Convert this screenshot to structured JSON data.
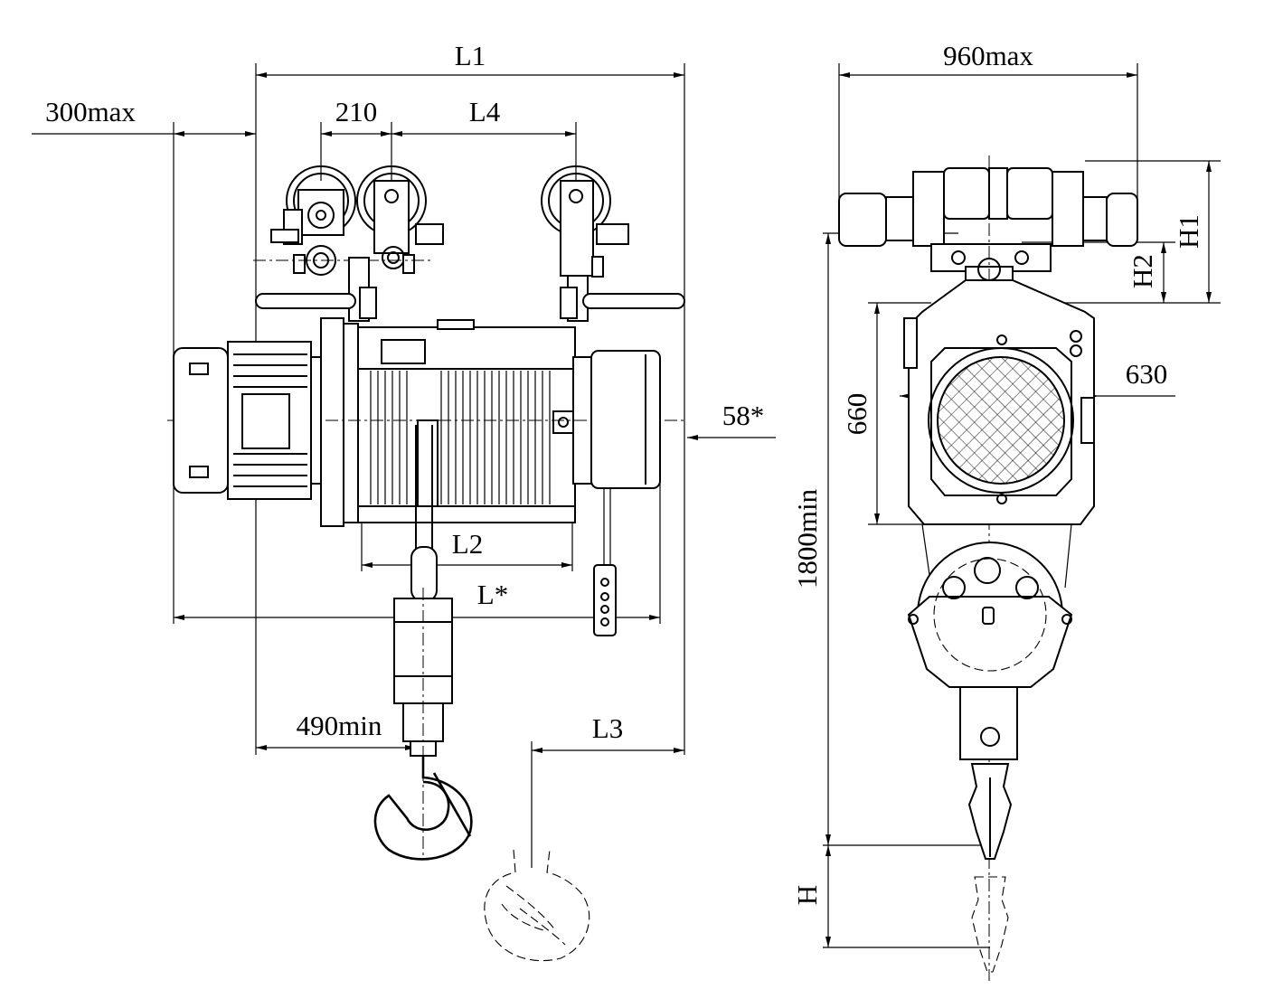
{
  "dimensions": {
    "l1": "L1",
    "d300max": "300max",
    "d210": "210",
    "l4": "L4",
    "d58": "58*",
    "l2": "L2",
    "lstar": "L*",
    "d490min": "490min",
    "l3": "L3",
    "d960max": "960max",
    "h1": "H1",
    "h2": "H2",
    "d630": "630",
    "d660": "660",
    "d1800min": "1800min",
    "h": "H"
  }
}
